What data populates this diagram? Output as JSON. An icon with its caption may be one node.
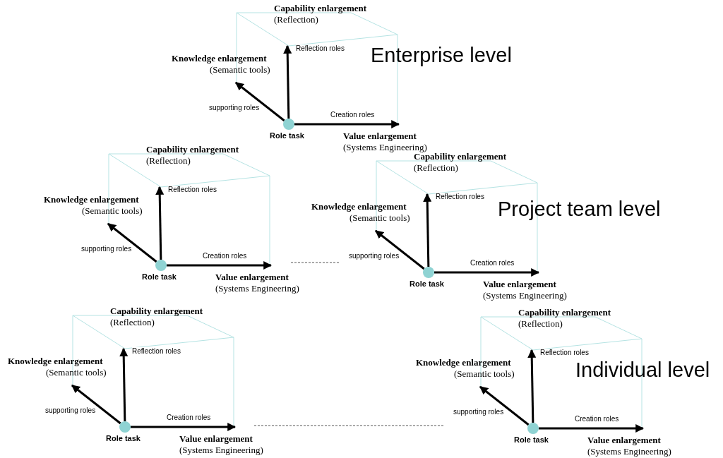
{
  "diagram": {
    "nodes": [
      {
        "text": [],
        "shape": "circle",
        "beside": [
          "Role task"
        ]
      },
      {
        "text": [
          "Capability enlargement",
          "(Reflection)"
        ]
      },
      {
        "text": [
          "Knowledge enlargement",
          "(Semantic tools)"
        ]
      },
      {
        "text": [
          "Value enlargement",
          "(Systems Engineering)"
        ]
      },
      {
        "text": [],
        "shape": "circle",
        "beside": [
          "Role task"
        ]
      },
      {
        "text": [
          "Capability enlargement",
          "(Reflection)"
        ]
      },
      {
        "text": [
          "Knowledge enlargement",
          "(Semantic tools)"
        ]
      },
      {
        "text": [
          "Value enlargement",
          "(Systems Engineering)"
        ]
      },
      {
        "text": [],
        "shape": "circle",
        "beside": [
          "Role task"
        ]
      },
      {
        "text": [
          "Capability enlargement",
          "(Reflection)"
        ]
      },
      {
        "text": [
          "Knowledge enlargement",
          "(Semantic tools)"
        ]
      },
      {
        "text": [
          "Value enlargement",
          "(Systems Engineering)"
        ]
      },
      {
        "text": [],
        "shape": "circle",
        "beside": [
          "Role task"
        ]
      },
      {
        "text": [
          "Capability enlargement",
          "(Reflection)"
        ]
      },
      {
        "text": [
          "Knowledge enlargement",
          "(Semantic tools)"
        ]
      },
      {
        "text": [
          "Value enlargement",
          "(Systems Engineering)"
        ]
      },
      {
        "text": [],
        "shape": "circle",
        "beside": [
          "Role task"
        ]
      },
      {
        "text": [
          "Capability enlargement",
          "(Reflection)"
        ]
      },
      {
        "text": [
          "Knowledge enlargement",
          "(Semantic tools)"
        ]
      },
      {
        "text": [
          "Value enlargement",
          "(Systems Engineering)"
        ]
      }
    ],
    "edges": [
      {
        "from": 0,
        "to": 1,
        "arrow": "to",
        "label": "Reflection roles"
      },
      {
        "from": 0,
        "to": 2,
        "arrow": "to",
        "label": "supporting roles"
      },
      {
        "from": 0,
        "to": 3,
        "arrow": "to",
        "label": "Creation roles"
      },
      {
        "from": 4,
        "to": 5,
        "arrow": "to",
        "label": "Reflection roles"
      },
      {
        "from": 4,
        "to": 6,
        "arrow": "to",
        "label": "supporting roles"
      },
      {
        "from": 4,
        "to": 7,
        "arrow": "to",
        "label": "Creation roles"
      },
      {
        "from": 8,
        "to": 9,
        "arrow": "to",
        "label": "Reflection roles"
      },
      {
        "from": 8,
        "to": 10,
        "arrow": "to",
        "label": "supporting roles"
      },
      {
        "from": 8,
        "to": 11,
        "arrow": "to",
        "label": "Creation roles"
      },
      {
        "from": 12,
        "to": 13,
        "arrow": "to",
        "label": "Reflection roles"
      },
      {
        "from": 12,
        "to": 14,
        "arrow": "to",
        "label": "supporting roles"
      },
      {
        "from": 12,
        "to": 15,
        "arrow": "to",
        "label": "Creation roles"
      },
      {
        "from": 16,
        "to": 17,
        "arrow": "to",
        "label": "Reflection roles"
      },
      {
        "from": 16,
        "to": 18,
        "arrow": "to",
        "label": "supporting roles"
      },
      {
        "from": 16,
        "to": 19,
        "arrow": "to",
        "label": "Creation roles"
      }
    ],
    "labels": [
      "Enterprise level",
      "Project team level",
      "Individual level"
    ]
  }
}
